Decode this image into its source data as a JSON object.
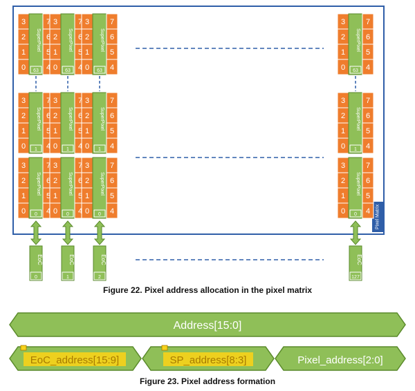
{
  "colors": {
    "orange": "#ef7d2d",
    "green": "#8fbf58",
    "darkGreen": "#5a8a2b",
    "blue": "#2f5ea8",
    "hl": "#f7d21a",
    "hlText": "#a87b00"
  },
  "pixel": {
    "left_numbers": [
      "3",
      "2",
      "1",
      "0"
    ],
    "right_numbers": [
      "7",
      "6",
      "5",
      "4"
    ],
    "superpixel_label": "SuperPixel"
  },
  "columns": [
    {
      "eoc_id": "0"
    },
    {
      "eoc_id": "1"
    },
    {
      "eoc_id": "2"
    },
    {
      "eoc_id": "127"
    }
  ],
  "row_ids": {
    "top": "63",
    "middle": "1",
    "bottom": "0"
  },
  "eoc_label": "EoC",
  "matrix_label": "Pixel Matrix",
  "figure22_caption": "Figure 22. Pixel address allocation in the pixel matrix",
  "address": {
    "full": "Address[15:0]",
    "eoc": "EoC_address[15:9]",
    "sp": "SP_address[8:3]",
    "pixel": "Pixel_address[2:0]"
  },
  "figure23_caption": "Figure 23. Pixel address formation"
}
